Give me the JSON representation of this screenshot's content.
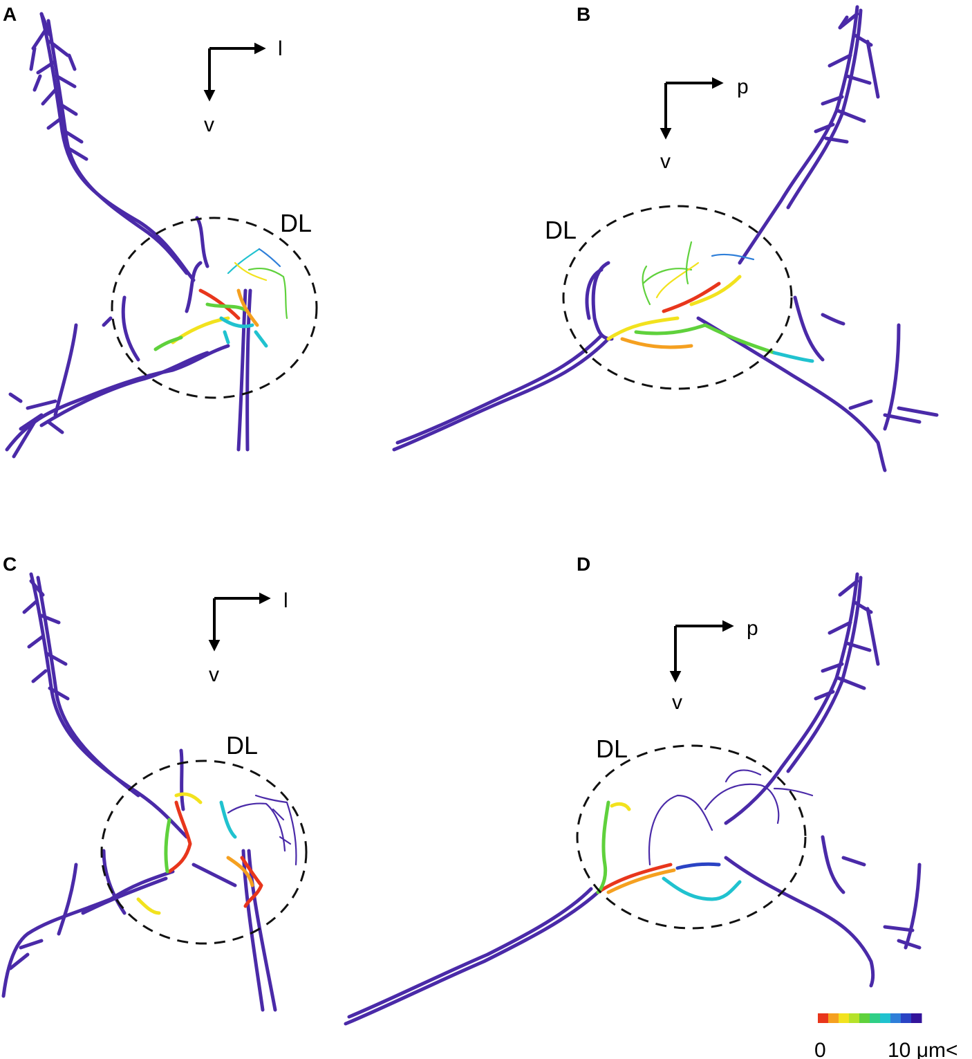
{
  "panels": [
    {
      "letter": "A",
      "axes": {
        "horizontal": "l",
        "vertical": "v"
      },
      "region": "DL"
    },
    {
      "letter": "B",
      "axes": {
        "horizontal": "p",
        "vertical": "v"
      },
      "region": "DL"
    },
    {
      "letter": "C",
      "axes": {
        "horizontal": "l",
        "vertical": "v"
      },
      "region": "DL"
    },
    {
      "letter": "D",
      "axes": {
        "horizontal": "p",
        "vertical": "v"
      },
      "region": "DL"
    }
  ],
  "colorbar": {
    "min_label": "0",
    "max_label": "10 μm<",
    "colors": [
      "#e8361c",
      "#f5a020",
      "#f2e21e",
      "#b5e22a",
      "#5fd13c",
      "#2fcf86",
      "#20c2cf",
      "#2f7fd9",
      "#2a43c4",
      "#33149b"
    ]
  },
  "colors": {
    "dendrite": "#4a2aa8",
    "near_red": "#e8361c",
    "near_yellow": "#f2e21e",
    "near_green": "#5fd13c",
    "near_cyan": "#20c2cf",
    "far_blue": "#2a43c4"
  }
}
